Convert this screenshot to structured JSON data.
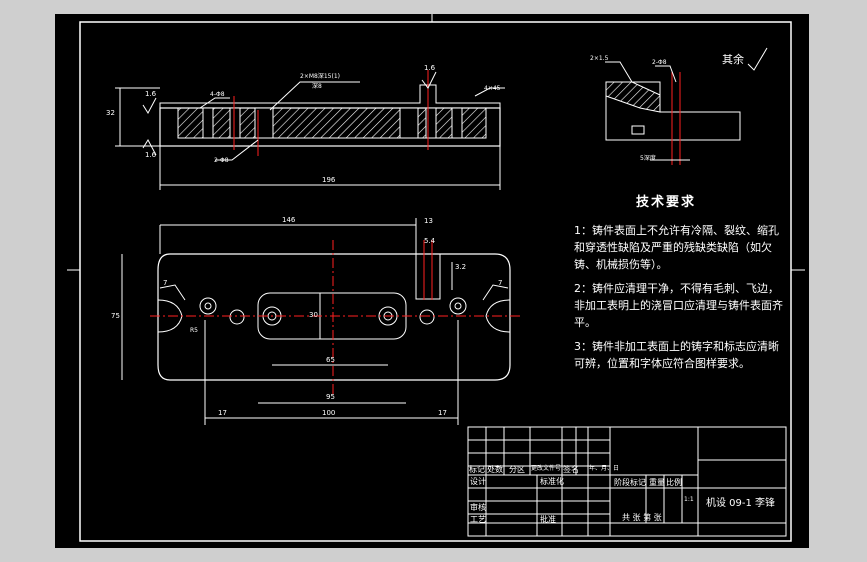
{
  "colors": {
    "background": "#000000",
    "frame": "#ffffff",
    "hatch": "#ffffff",
    "centerline": "#ff2020",
    "outer_bg": "#cfcfcf",
    "vertical_marker": "#ff2020"
  },
  "drawing": {
    "roughness_note": "其余",
    "tech_title": "技术要求",
    "tech_notes": [
      "1：铸件表面上不允许有冷隔、裂纹、缩孔和穿透性缺陷及严重的残缺类缺陷（如欠铸、机械损伤等）。",
      "2：铸件应清理干净，不得有毛刺、飞边，非加工表明上的浇冒口应清理与铸件表面齐平。",
      "3：铸件非加工表面上的铸字和标志应清晰可辨，位置和字体应符合图样要求。"
    ],
    "dims_section": {
      "top_left": "1.6",
      "bottom_left": "1.6",
      "top_right": "1.6",
      "left_height": "32",
      "overall_width": "196",
      "thread_note": "2×M8深15(1)",
      "chamfer": "4×45",
      "hole_a": "4-Φ8",
      "hole_b": "2-Φ8",
      "deep": "深8"
    },
    "dims_plan": {
      "top_width": "146",
      "right_small": "13",
      "right_a": "5.4",
      "right_b": "3.2",
      "left_height": "75",
      "slot_width": "30",
      "inner_a": "65",
      "inner_b": "95",
      "bottom_left": "17",
      "bottom_mid": "100",
      "bottom_right": "17",
      "angle_left": "7",
      "angle_right": "7",
      "radius": "R5"
    },
    "dims_detail": {
      "chamfer": "2×1.5",
      "hole": "2-Φ8",
      "depth": "5深度"
    }
  },
  "title_block": {
    "r_mark": "标记",
    "r_count": "处数",
    "r_zone": "分区",
    "r_doc": "更改文件号",
    "r_sign": "签名",
    "r_date": "年、月、日",
    "design": "设计",
    "standard": "标准化",
    "stage": "阶段标记",
    "weight": "重量",
    "ratio": "比例",
    "scale": "1:1",
    "review": "审核",
    "process": "工艺",
    "approve": "批准",
    "sheets": "共  张  第  张",
    "drawing_name": "机设 09-1 李锋"
  }
}
